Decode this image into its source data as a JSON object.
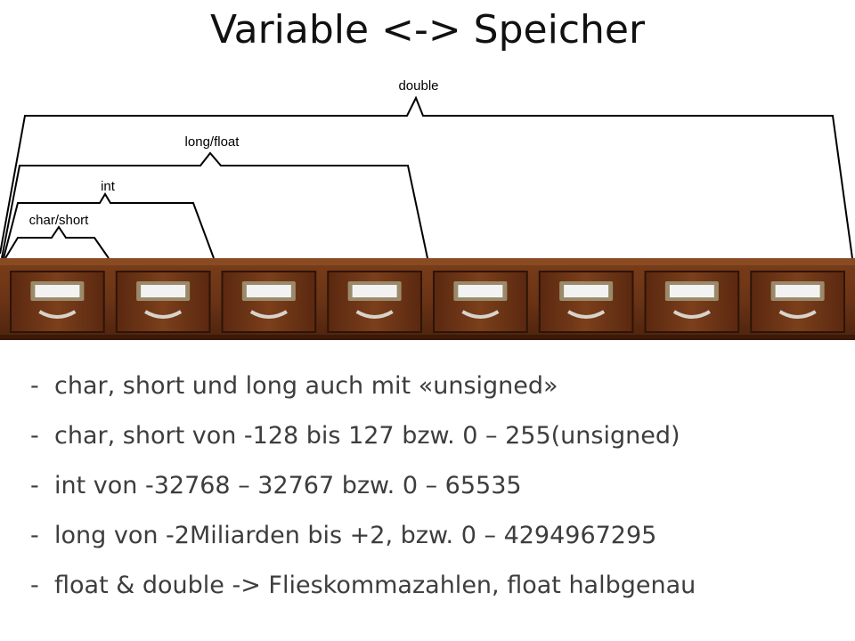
{
  "slide": {
    "title": "Variable <-> Speicher"
  },
  "diagram": {
    "brackets": [
      {
        "label": "double"
      },
      {
        "label": "long/float"
      },
      {
        "label": "int"
      },
      {
        "label": "char/short"
      }
    ],
    "cabinet": {
      "drawer_count": 8,
      "wood_color": "#6b3416",
      "label_color": "#f2f2f2"
    }
  },
  "bullets": [
    {
      "dash": "-",
      "text": "char, short und long auch mit «unsigned»"
    },
    {
      "dash": "-",
      "text": "char, short von -128 bis 127 bzw. 0 – 255(unsigned)"
    },
    {
      "dash": "-",
      "text": "int von -32768 – 32767 bzw. 0 – 65535"
    },
    {
      "dash": "-",
      "text": "long von -2Miliarden bis +2, bzw. 0 – 4294967295"
    },
    {
      "dash": "-",
      "text": "float & double -> Flieskommazahlen, float halbgenau"
    }
  ]
}
